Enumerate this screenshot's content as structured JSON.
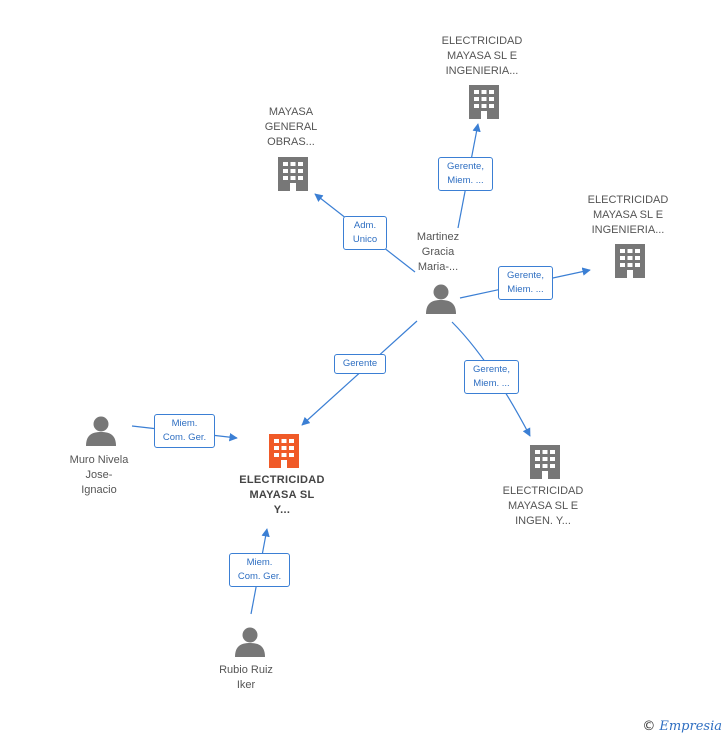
{
  "colors": {
    "edge": "#3b7fd4",
    "node": "#777777",
    "main_node": "#f05a28",
    "label_text": "#555555"
  },
  "nodes": {
    "emg": {
      "label": "MAYASA\nGENERAL\nOBRAS...",
      "icon": "building-icon"
    },
    "ing1": {
      "label": "ELECTRICIDAD\nMAYASA SL E\nINGENIERIA...",
      "icon": "building-icon"
    },
    "ing2": {
      "label": "ELECTRICIDAD\nMAYASA SL E\nINGENIERIA...",
      "icon": "building-icon"
    },
    "ingen": {
      "label": "ELECTRICIDAD\nMAYASA SL E\nINGEN.  Y...",
      "icon": "building-icon"
    },
    "main": {
      "label": "ELECTRICIDAD\nMAYASA SL\nY...",
      "icon": "building-icon"
    },
    "martinez": {
      "label": "Martinez\nGracia\nMaria-...",
      "icon": "person-icon"
    },
    "muro": {
      "label": "Muro Nivela\nJose-\nIgnacio",
      "icon": "person-icon"
    },
    "rubio": {
      "label": "Rubio Ruiz\nIker",
      "icon": "person-icon"
    }
  },
  "edges": {
    "adm_unico": "Adm.\nUnico",
    "gerente_miem_top": "Gerente,\nMiem. ...",
    "gerente_miem_right": "Gerente,\nMiem. ...",
    "gerente_miem_bottom": "Gerente,\nMiem. ...",
    "gerente": "Gerente",
    "miem_com_ger_muro": "Miem.\nCom. Ger.",
    "miem_com_ger_rubio": "Miem.\nCom. Ger."
  },
  "watermark": {
    "copyright": "©",
    "brand": "Empresia"
  }
}
